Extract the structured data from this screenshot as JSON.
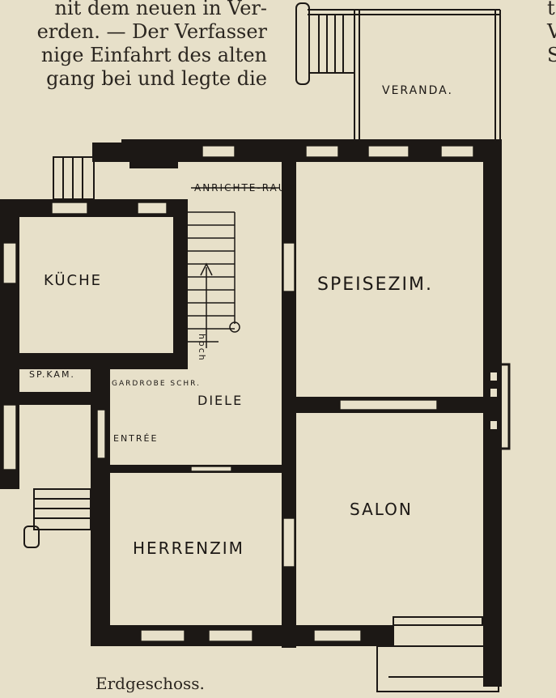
{
  "text_fragment": {
    "lines": [
      "nit dem neuen in Ver-",
      "erden. — Der Verfasser",
      "nige Einfahrt des alten",
      "gang bei und legte die"
    ]
  },
  "edge_letters": [
    "t",
    "V",
    "S"
  ],
  "rooms": {
    "veranda": "VERANDA.",
    "anrichteraum": "ANRICHTE-RAUM",
    "kuche": "KÜCHE",
    "speisezim": "SPEISEZIM.",
    "sp_kam": "SP.KAM.",
    "garderobe": "GARDROBE SCHR.",
    "diele": "DIELE",
    "entree": "ENTRÉE",
    "salon": "SALON",
    "herrenzim": "HERRENZIM",
    "stair_note": "hoch"
  },
  "caption": "Erdgeschoss.",
  "colors": {
    "paper": "#e7e0c9",
    "ink": "#1c1815"
  }
}
